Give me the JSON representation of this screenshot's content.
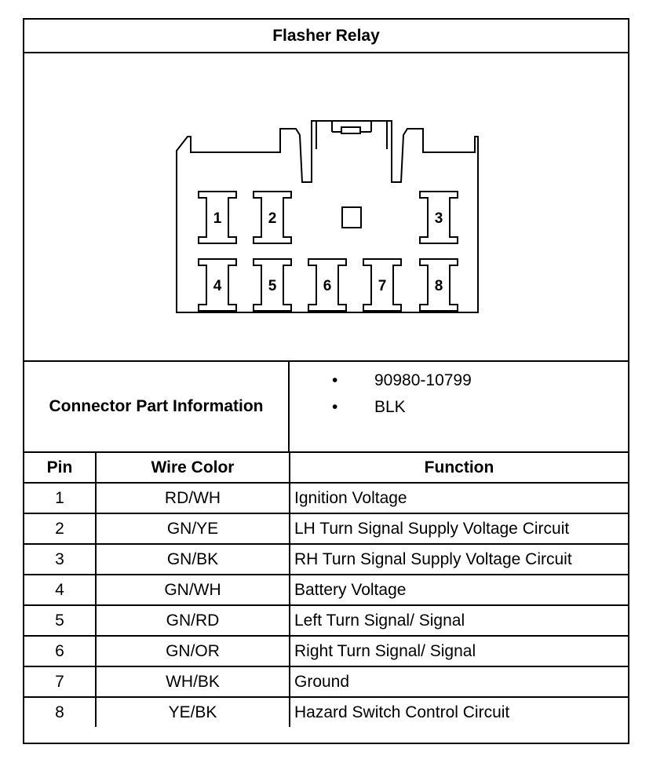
{
  "title": "Flasher Relay",
  "connector": {
    "pins": [
      {
        "label": "1"
      },
      {
        "label": "2"
      },
      {
        "label": "3"
      },
      {
        "label": "4"
      },
      {
        "label": "5"
      },
      {
        "label": "6"
      },
      {
        "label": "7"
      },
      {
        "label": "8"
      }
    ]
  },
  "part_info": {
    "label": "Connector Part Information",
    "items": [
      {
        "bullet": "•",
        "text": "90980-10799"
      },
      {
        "bullet": "•",
        "text": "BLK"
      }
    ]
  },
  "pin_table": {
    "headers": {
      "pin": "Pin",
      "wire_color": "Wire Color",
      "function": "Function"
    },
    "rows": [
      {
        "pin": "1",
        "wire_color": "RD/WH",
        "function": "Ignition Voltage"
      },
      {
        "pin": "2",
        "wire_color": "GN/YE",
        "function": "LH Turn Signal Supply Voltage Circuit"
      },
      {
        "pin": "3",
        "wire_color": "GN/BK",
        "function": "RH Turn Signal Supply Voltage Circuit"
      },
      {
        "pin": "4",
        "wire_color": "GN/WH",
        "function": "Battery Voltage"
      },
      {
        "pin": "5",
        "wire_color": "GN/RD",
        "function": "Left Turn Signal/ Signal"
      },
      {
        "pin": "6",
        "wire_color": "GN/OR",
        "function": "Right Turn Signal/ Signal"
      },
      {
        "pin": "7",
        "wire_color": "WH/BK",
        "function": "Ground"
      },
      {
        "pin": "8",
        "wire_color": "YE/BK",
        "function": "Hazard Switch Control Circuit"
      }
    ]
  }
}
